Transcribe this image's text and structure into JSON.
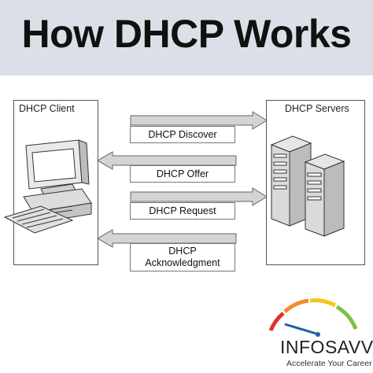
{
  "title": "How DHCP Works",
  "client_label": "DHCP Client",
  "servers_label": "DHCP Servers",
  "messages": [
    {
      "lines": [
        "DHCP Discover"
      ],
      "direction": "to-servers"
    },
    {
      "lines": [
        "DHCP Offer"
      ],
      "direction": "to-client"
    },
    {
      "lines": [
        "DHCP Request"
      ],
      "direction": "to-servers"
    },
    {
      "lines": [
        "DHCP",
        "Acknowledgment"
      ],
      "direction": "to-client"
    }
  ],
  "logo": {
    "name": "INFOSAVVY",
    "tagline": "Accelerate Your Career"
  },
  "colors": {
    "title_band": "#dbe0e8",
    "arrow_fill": "#d4d4d4",
    "logo_arc": [
      "#e0342b",
      "#f28c28",
      "#f5c518",
      "#7cc242"
    ]
  }
}
